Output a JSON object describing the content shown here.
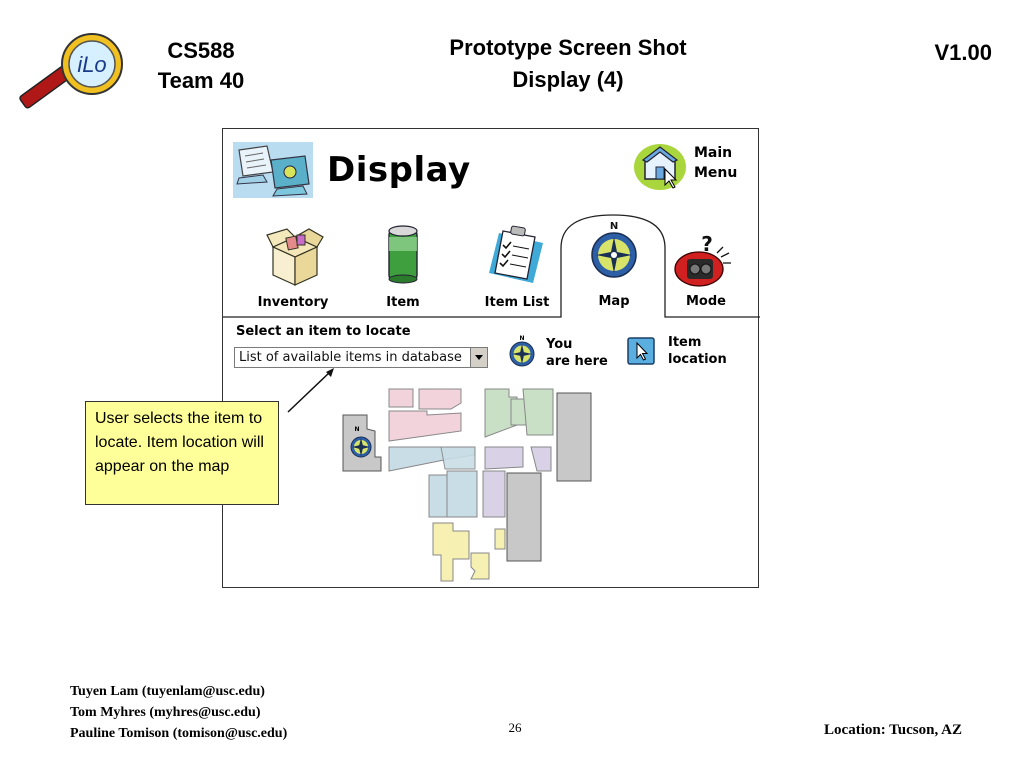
{
  "slide": {
    "course_line1": "CS588",
    "course_line2": "Team 40",
    "title_line1": "Prototype Screen Shot",
    "title_line2": "Display (4)",
    "version": "V1.00",
    "logo_text": "iLo",
    "footer_authors": [
      "Tuyen Lam (tuyenlam@usc.edu)",
      "Tom Myhres (myhres@usc.edu)",
      "Pauline Tomison (tomison@usc.edu)"
    ],
    "page_number": "26",
    "location": "Location:  Tucson, AZ"
  },
  "app": {
    "screen_title": "Display",
    "main_menu_line1": "Main",
    "main_menu_line2": "Menu",
    "tabs": [
      {
        "label": "Inventory",
        "icon": "box-icon"
      },
      {
        "label": "Item",
        "icon": "can-icon"
      },
      {
        "label": "Item List",
        "icon": "clipboard-icon"
      },
      {
        "label": "Map",
        "icon": "compass-icon",
        "selected": true
      },
      {
        "label": "Mode",
        "icon": "speaker-icon"
      }
    ],
    "select_prompt": "Select an item to locate",
    "dropdown_value": "List of available items in database",
    "legend": {
      "you_line1": "You",
      "you_line2": "are here",
      "item_line1": "Item",
      "item_line2": "location"
    },
    "compass_letter": "N"
  },
  "callout": {
    "text": "User selects the item to locate.  Item location will appear on the map"
  },
  "colors": {
    "callout_bg": "#ffff99",
    "map_pink": "#f2d3dc",
    "map_green": "#c9e0c6",
    "map_blue": "#c9dde6",
    "map_lavender": "#d9d2e6",
    "map_yellow": "#f6f1b3",
    "map_gray": "#c8c8c8"
  }
}
